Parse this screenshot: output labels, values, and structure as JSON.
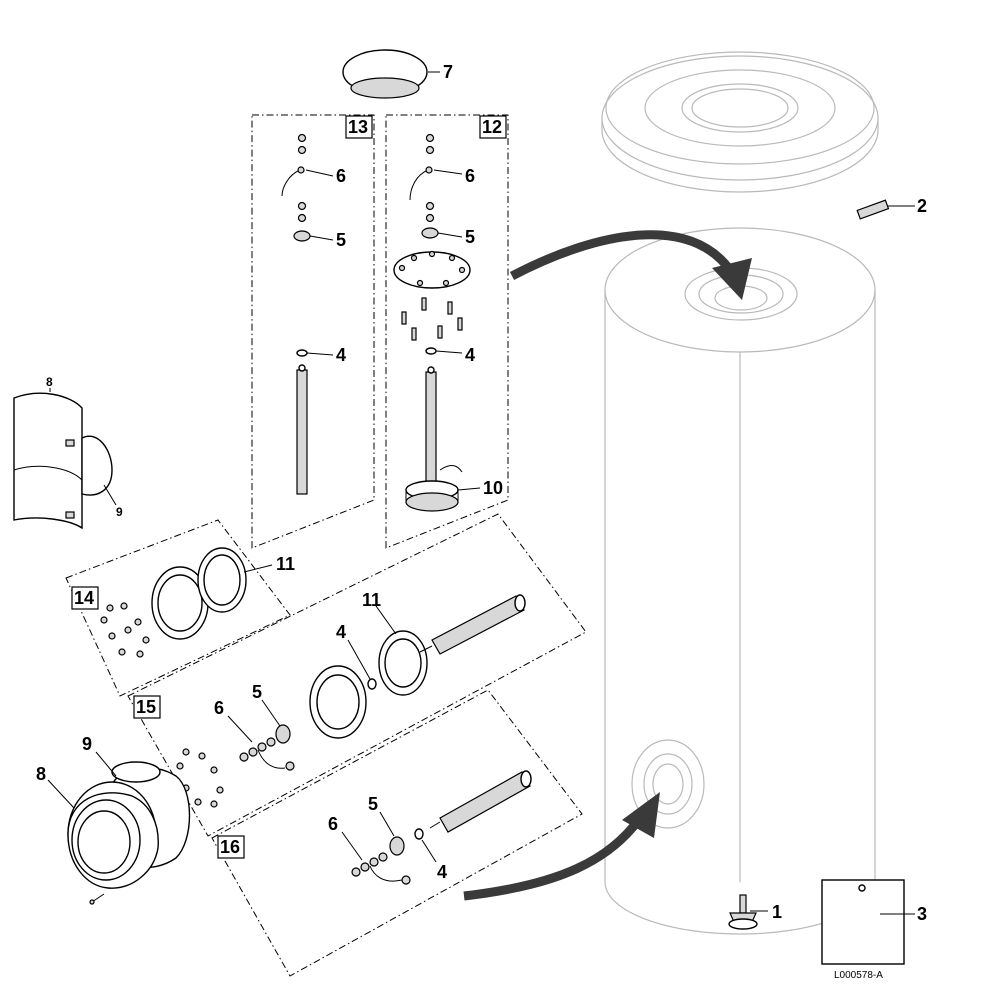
{
  "diagram": {
    "reference_code": "L000578-A",
    "group_labels": [
      "13",
      "12",
      "14",
      "15",
      "16"
    ],
    "part_labels": {
      "p1": "1",
      "p2": "2",
      "p3": "3",
      "p7": "7",
      "g13_6": "6",
      "g13_5": "5",
      "g13_4": "4",
      "g12_6": "6",
      "g12_5": "5",
      "g12_4": "4",
      "g12_10": "10",
      "g14_11": "11",
      "g15_11": "11",
      "g15_4": "4",
      "g15_5": "5",
      "g15_6": "6",
      "g16_6": "6",
      "g16_5": "5",
      "g16_4": "4",
      "cover_8": "8",
      "cover_9": "9",
      "inset_8": "8",
      "inset_9": "9"
    }
  }
}
